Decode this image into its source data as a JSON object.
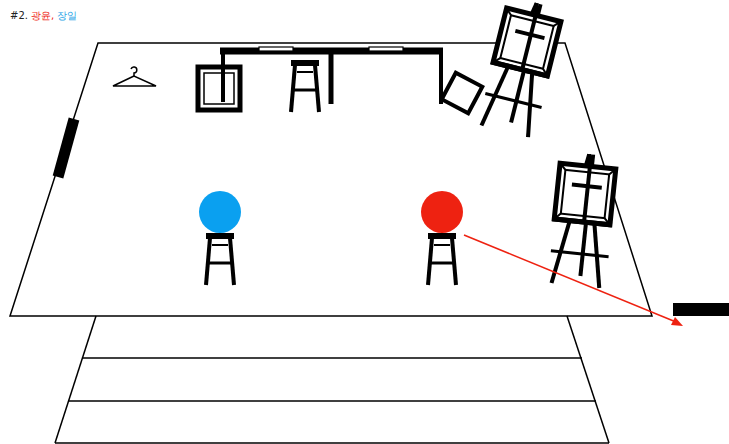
{
  "diagram": {
    "title": "#2.",
    "labels": [
      "광윤,",
      "장일"
    ]
  }
}
